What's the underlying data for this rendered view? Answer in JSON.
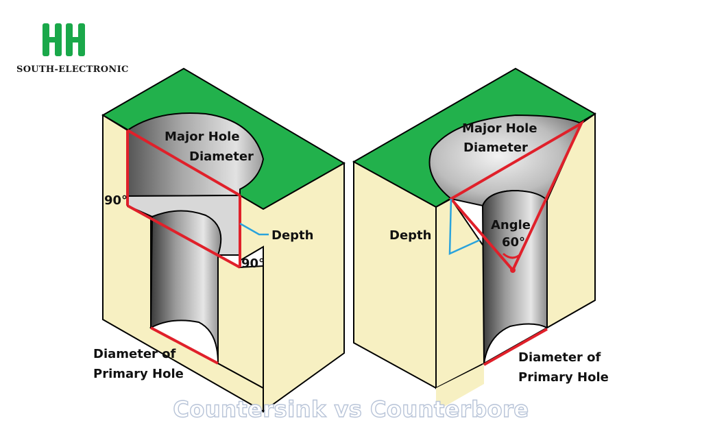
{
  "brand": {
    "logo_icon": "hh-logo-icon",
    "name": "SOUTH-ELECTRONIC",
    "color": "#1aa84a"
  },
  "title": "Countersink vs Counterbore",
  "colors": {
    "top_face": "#22b14c",
    "side_face": "#f7f0c2",
    "outline": "#000000",
    "measure_red": "#e0202a",
    "depth_blue": "#2aa3dc"
  },
  "counterbore": {
    "major_hole_line1": "Major Hole",
    "major_hole_line2": "Diameter",
    "angle_top": "90°",
    "angle_bottom": "90°",
    "depth": "Depth",
    "primary_line1": "Diameter of",
    "primary_line2": "Primary Hole"
  },
  "countersink": {
    "major_hole_line1": "Major Hole",
    "major_hole_line2": "Diameter",
    "angle_line1": "Angle",
    "angle_line2": "60°",
    "depth": "Depth",
    "primary_line1": "Diameter of",
    "primary_line2": "Primary Hole"
  }
}
